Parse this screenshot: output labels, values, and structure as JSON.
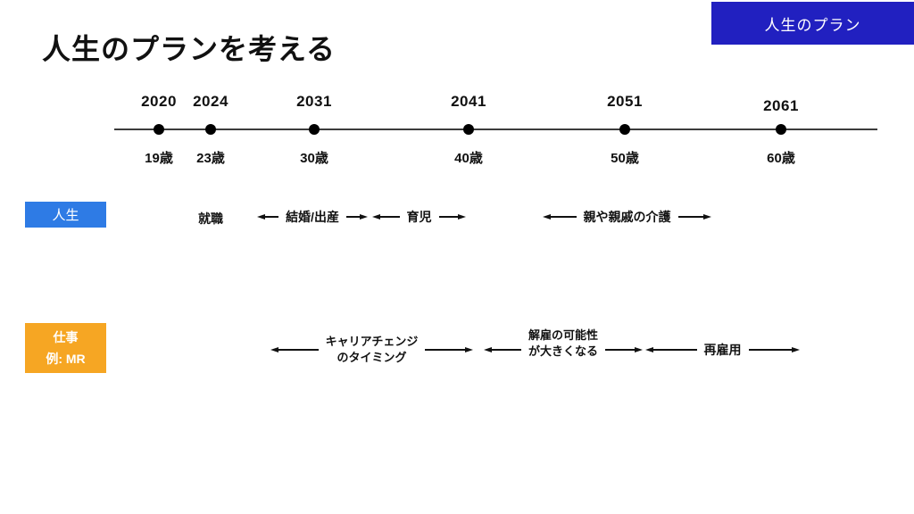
{
  "header": {
    "badge_label": "人生のプラン",
    "title": "人生のプランを考える"
  },
  "colors": {
    "header_badge_bg": "#2120c0",
    "life_badge_bg": "#2e7be5",
    "work_badge_bg": "#f6a623",
    "timeline_line": "#3c3c3c",
    "text": "#111111",
    "background": "#ffffff"
  },
  "timeline": {
    "milestones": [
      {
        "year": "2020",
        "age": "19歳"
      },
      {
        "year": "2024",
        "age": "23歳"
      },
      {
        "year": "2031",
        "age": "30歳"
      },
      {
        "year": "2041",
        "age": "40歳"
      },
      {
        "year": "2051",
        "age": "50歳"
      },
      {
        "year": "2061",
        "age": "60歳"
      }
    ]
  },
  "life_row": {
    "badge_label": "人生",
    "event_label": "就職",
    "spans": [
      {
        "label": "結婚/出産"
      },
      {
        "label": "育児"
      },
      {
        "label": "親や親戚の介護"
      }
    ]
  },
  "work_row": {
    "badge_label": "仕事",
    "badge_sublabel": "例: MR",
    "spans": [
      {
        "line1": "キャリアチェンジ",
        "line2": "のタイミング"
      },
      {
        "line1": "解雇の可能性",
        "line2": "が大きくなる"
      },
      {
        "line1": "再雇用",
        "line2": ""
      }
    ]
  }
}
